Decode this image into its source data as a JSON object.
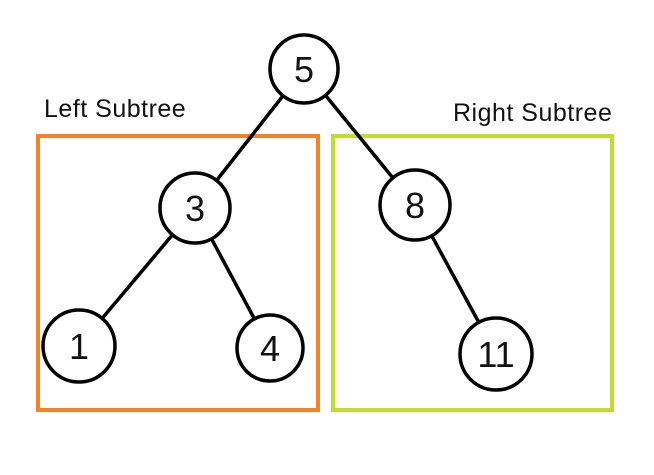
{
  "labels": {
    "left_subtree": "Left Subtree",
    "right_subtree": "Right Subtree"
  },
  "colors": {
    "left_box": "#F58224",
    "right_box": "#C1DC2E",
    "edge": "#000000",
    "node_stroke": "#000000",
    "node_fill": "#FFFFFF",
    "text": "#111111",
    "background": "#FFFFFF"
  },
  "tree": {
    "root": {
      "value": "5"
    },
    "left_subtree": {
      "root": {
        "value": "3"
      },
      "left_child": {
        "value": "1"
      },
      "right_child": {
        "value": "4"
      }
    },
    "right_subtree": {
      "root": {
        "value": "8"
      },
      "right_child": {
        "value": "11"
      }
    }
  },
  "edges": [
    {
      "from": "5",
      "to": "3"
    },
    {
      "from": "5",
      "to": "8"
    },
    {
      "from": "3",
      "to": "1"
    },
    {
      "from": "3",
      "to": "4"
    },
    {
      "from": "8",
      "to": "11"
    }
  ]
}
